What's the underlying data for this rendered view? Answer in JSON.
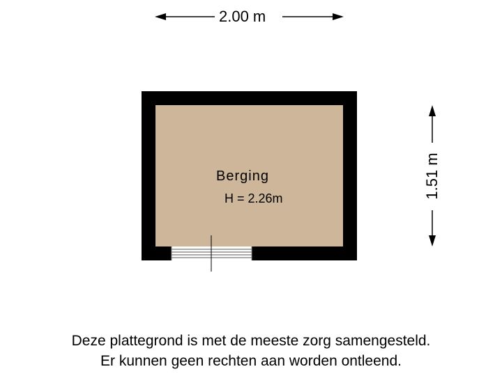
{
  "dimensions": {
    "width_label": "2.00 m",
    "height_label": "1.51 m"
  },
  "room": {
    "name": "Berging",
    "height_label": "H = 2.26m",
    "fill_color": "#cdb699",
    "wall_color": "#000000"
  },
  "disclaimer": {
    "line1": "Deze plattegrond is met de meeste zorg samengesteld.",
    "line2": "Er kunnen geen rechten aan worden ontleend."
  }
}
